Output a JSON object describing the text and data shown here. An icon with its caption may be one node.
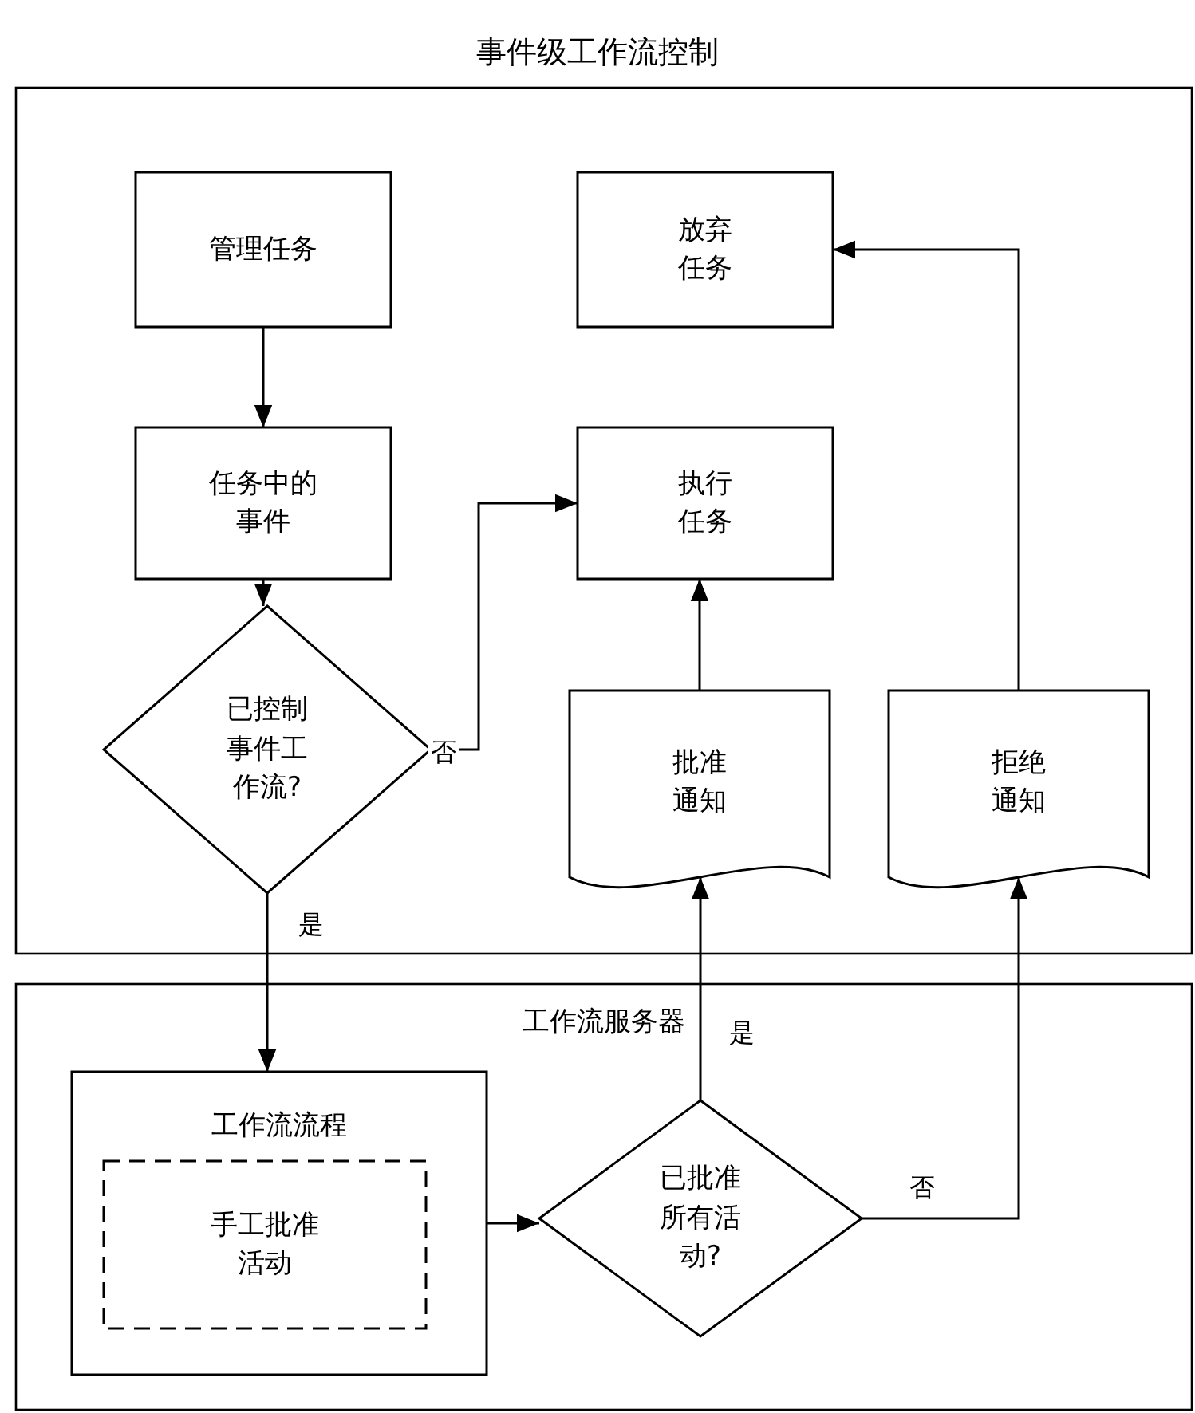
{
  "diagram": {
    "title": "事件级工作流控制",
    "nodes": [
      {
        "text": [],
        "shape": "box"
      },
      {
        "text": [
          "工作流服务器"
        ]
      },
      {
        "text": [
          "管理任务"
        ],
        "in": 0
      },
      {
        "text": [
          "放弃任务"
        ],
        "in": 0
      },
      {
        "text": [
          "任务中的事件"
        ],
        "in": 0
      },
      {
        "text": [
          "执行任务"
        ],
        "in": 0
      },
      {
        "text": [
          "已控制事件工作流?"
        ],
        "in": 0
      },
      {
        "text": [
          "批准通知"
        ],
        "in": 0
      },
      {
        "text": [
          "拒绝通知"
        ],
        "in": 0
      },
      {
        "text": [
          "工作流流程"
        ],
        "in": 1
      },
      {
        "text": [
          "手工批准活动"
        ],
        "in": 9
      },
      {
        "text": [
          "已批准所有活动?"
        ],
        "in": 1
      }
    ],
    "edges": [
      {
        "from": 2,
        "to": 4,
        "arrow": "to"
      },
      {
        "from": 4,
        "to": 6,
        "arrow": "to"
      },
      {
        "from": 6,
        "to": 5,
        "arrow": "to",
        "label": "否"
      },
      {
        "from": 6,
        "to": 9,
        "arrow": "to",
        "label": "是"
      },
      {
        "from": 9,
        "to": 11,
        "arrow": "to"
      },
      {
        "from": 11,
        "to": 7,
        "arrow": "to",
        "label": "是"
      },
      {
        "from": 7,
        "to": 5,
        "arrow": "to"
      },
      {
        "from": 11,
        "to": 8,
        "arrow": "to",
        "label": "否"
      },
      {
        "from": 8,
        "to": 3,
        "arrow": "to"
      }
    ]
  }
}
